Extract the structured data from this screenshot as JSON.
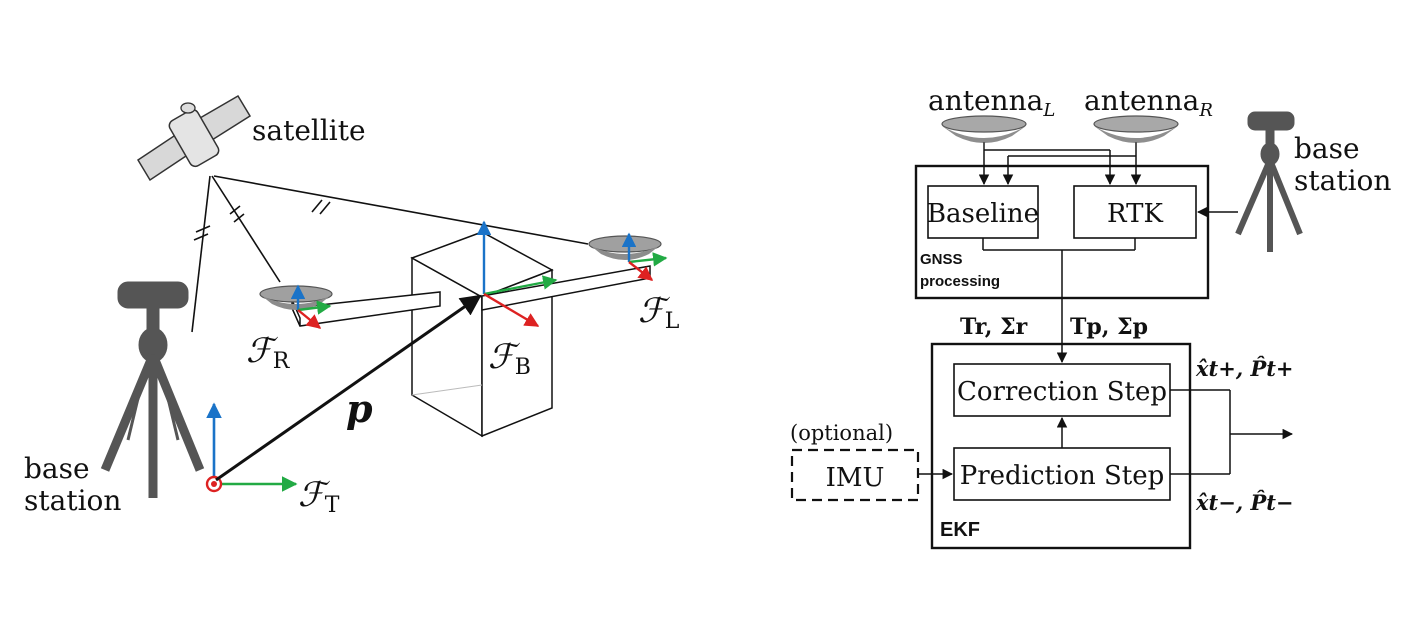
{
  "left_scene": {
    "satellite_label": "satellite",
    "base_station_label_line1": "base",
    "base_station_label_line2": "station",
    "frame_R": "ℱ",
    "frame_R_sub": "R",
    "frame_B": "ℱ",
    "frame_B_sub": "B",
    "frame_L": "ℱ",
    "frame_L_sub": "L",
    "frame_T": "ℱ",
    "frame_T_sub": "T",
    "vector_p": "p",
    "colors": {
      "x_axis": "#22aa44",
      "y_axis": "#dd2222",
      "z_axis": "#1a73c8",
      "dish": "#a0a0a0",
      "tripod": "#555555"
    }
  },
  "right_diagram": {
    "antenna_L": "antenna",
    "antenna_L_sub": "L",
    "antenna_R": "antenna",
    "antenna_R_sub": "R",
    "base_station_line1": "base",
    "base_station_line2": "station",
    "baseline_block": "Baseline",
    "rtk_block": "RTK",
    "gnss_label_line1": "GNSS",
    "gnss_label_line2": "processing",
    "meas_r": "Tr, Σr",
    "meas_p": "Tp, Σp",
    "correction_block": "Correction Step",
    "prediction_block": "Prediction Step",
    "imu_block": "IMU",
    "optional_label": "(optional)",
    "ekf_label": "EKF",
    "posterior_label": "x̂t+, P̂t+",
    "prior_label": "x̂t−, P̂t−"
  }
}
